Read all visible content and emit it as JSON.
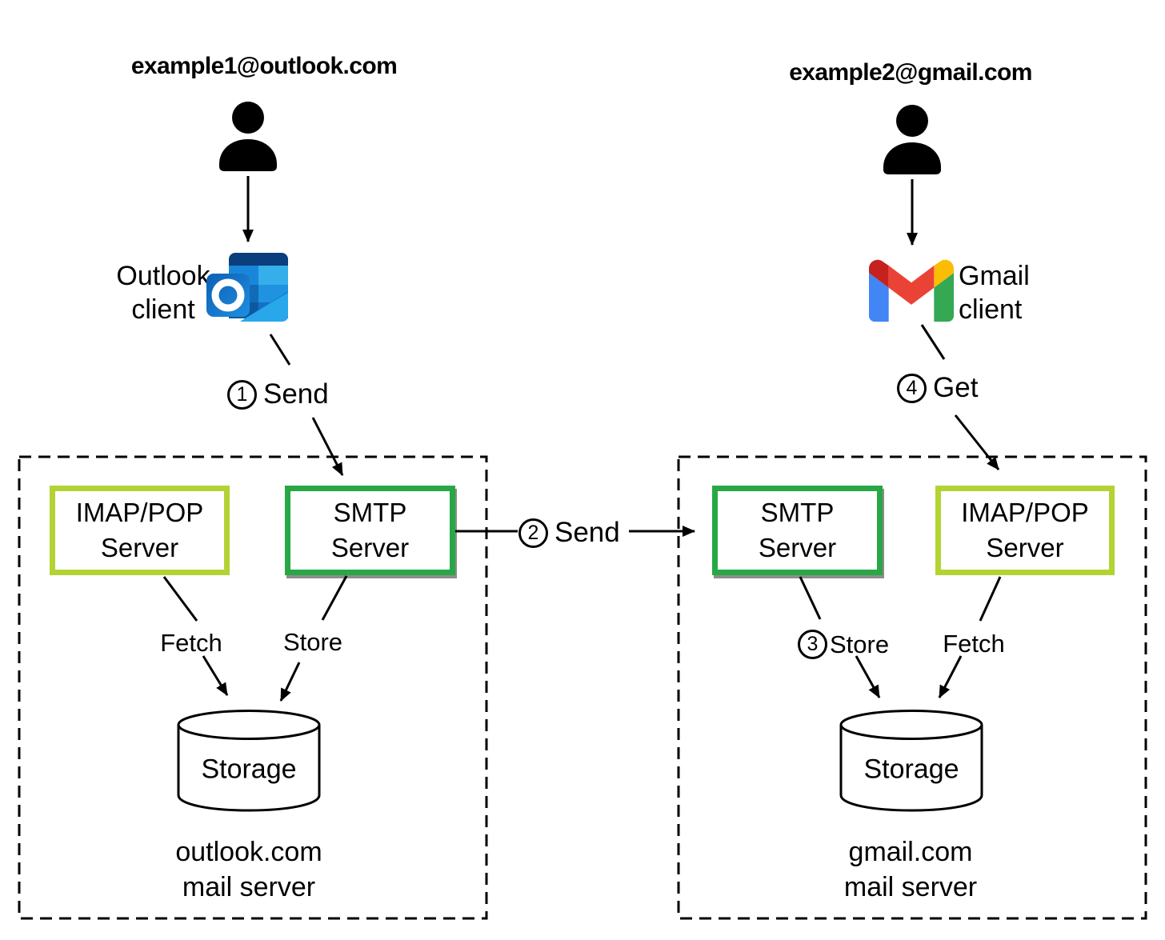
{
  "diagram": {
    "left": {
      "email": "example1@outlook.com",
      "client": {
        "line1": "Outlook",
        "line2": "client"
      },
      "server_box": {
        "imap": {
          "line1": "IMAP/POP",
          "line2": "Server"
        },
        "smtp": {
          "line1": "SMTP",
          "line2": "Server"
        },
        "fetch_label": "Fetch",
        "store_label": "Store",
        "storage_label": "Storage",
        "caption_line1": "outlook.com",
        "caption_line2": "mail server"
      }
    },
    "right": {
      "email": "example2@gmail.com",
      "client": {
        "line1": "Gmail",
        "line2": "client"
      },
      "server_box": {
        "smtp": {
          "line1": "SMTP",
          "line2": "Server"
        },
        "imap": {
          "line1": "IMAP/POP",
          "line2": "Server"
        },
        "fetch_label": "Fetch",
        "storage_label": "Storage",
        "caption_line1": "gmail.com",
        "caption_line2": "mail server"
      }
    },
    "steps": {
      "s1": {
        "number": "1",
        "label": "Send"
      },
      "s2": {
        "number": "2",
        "label": "Send"
      },
      "s3": {
        "number": "3",
        "label": "Store"
      },
      "s4": {
        "number": "4",
        "label": "Get"
      }
    },
    "icons": {
      "person": "person-icon",
      "outlook": "outlook-logo-icon",
      "gmail": "gmail-logo-icon",
      "storage": "database-cylinder-icon"
    },
    "colors": {
      "imap_border": "#b3d335",
      "smtp_border": "#28a745",
      "line": "#000000",
      "background": "#ffffff"
    }
  }
}
